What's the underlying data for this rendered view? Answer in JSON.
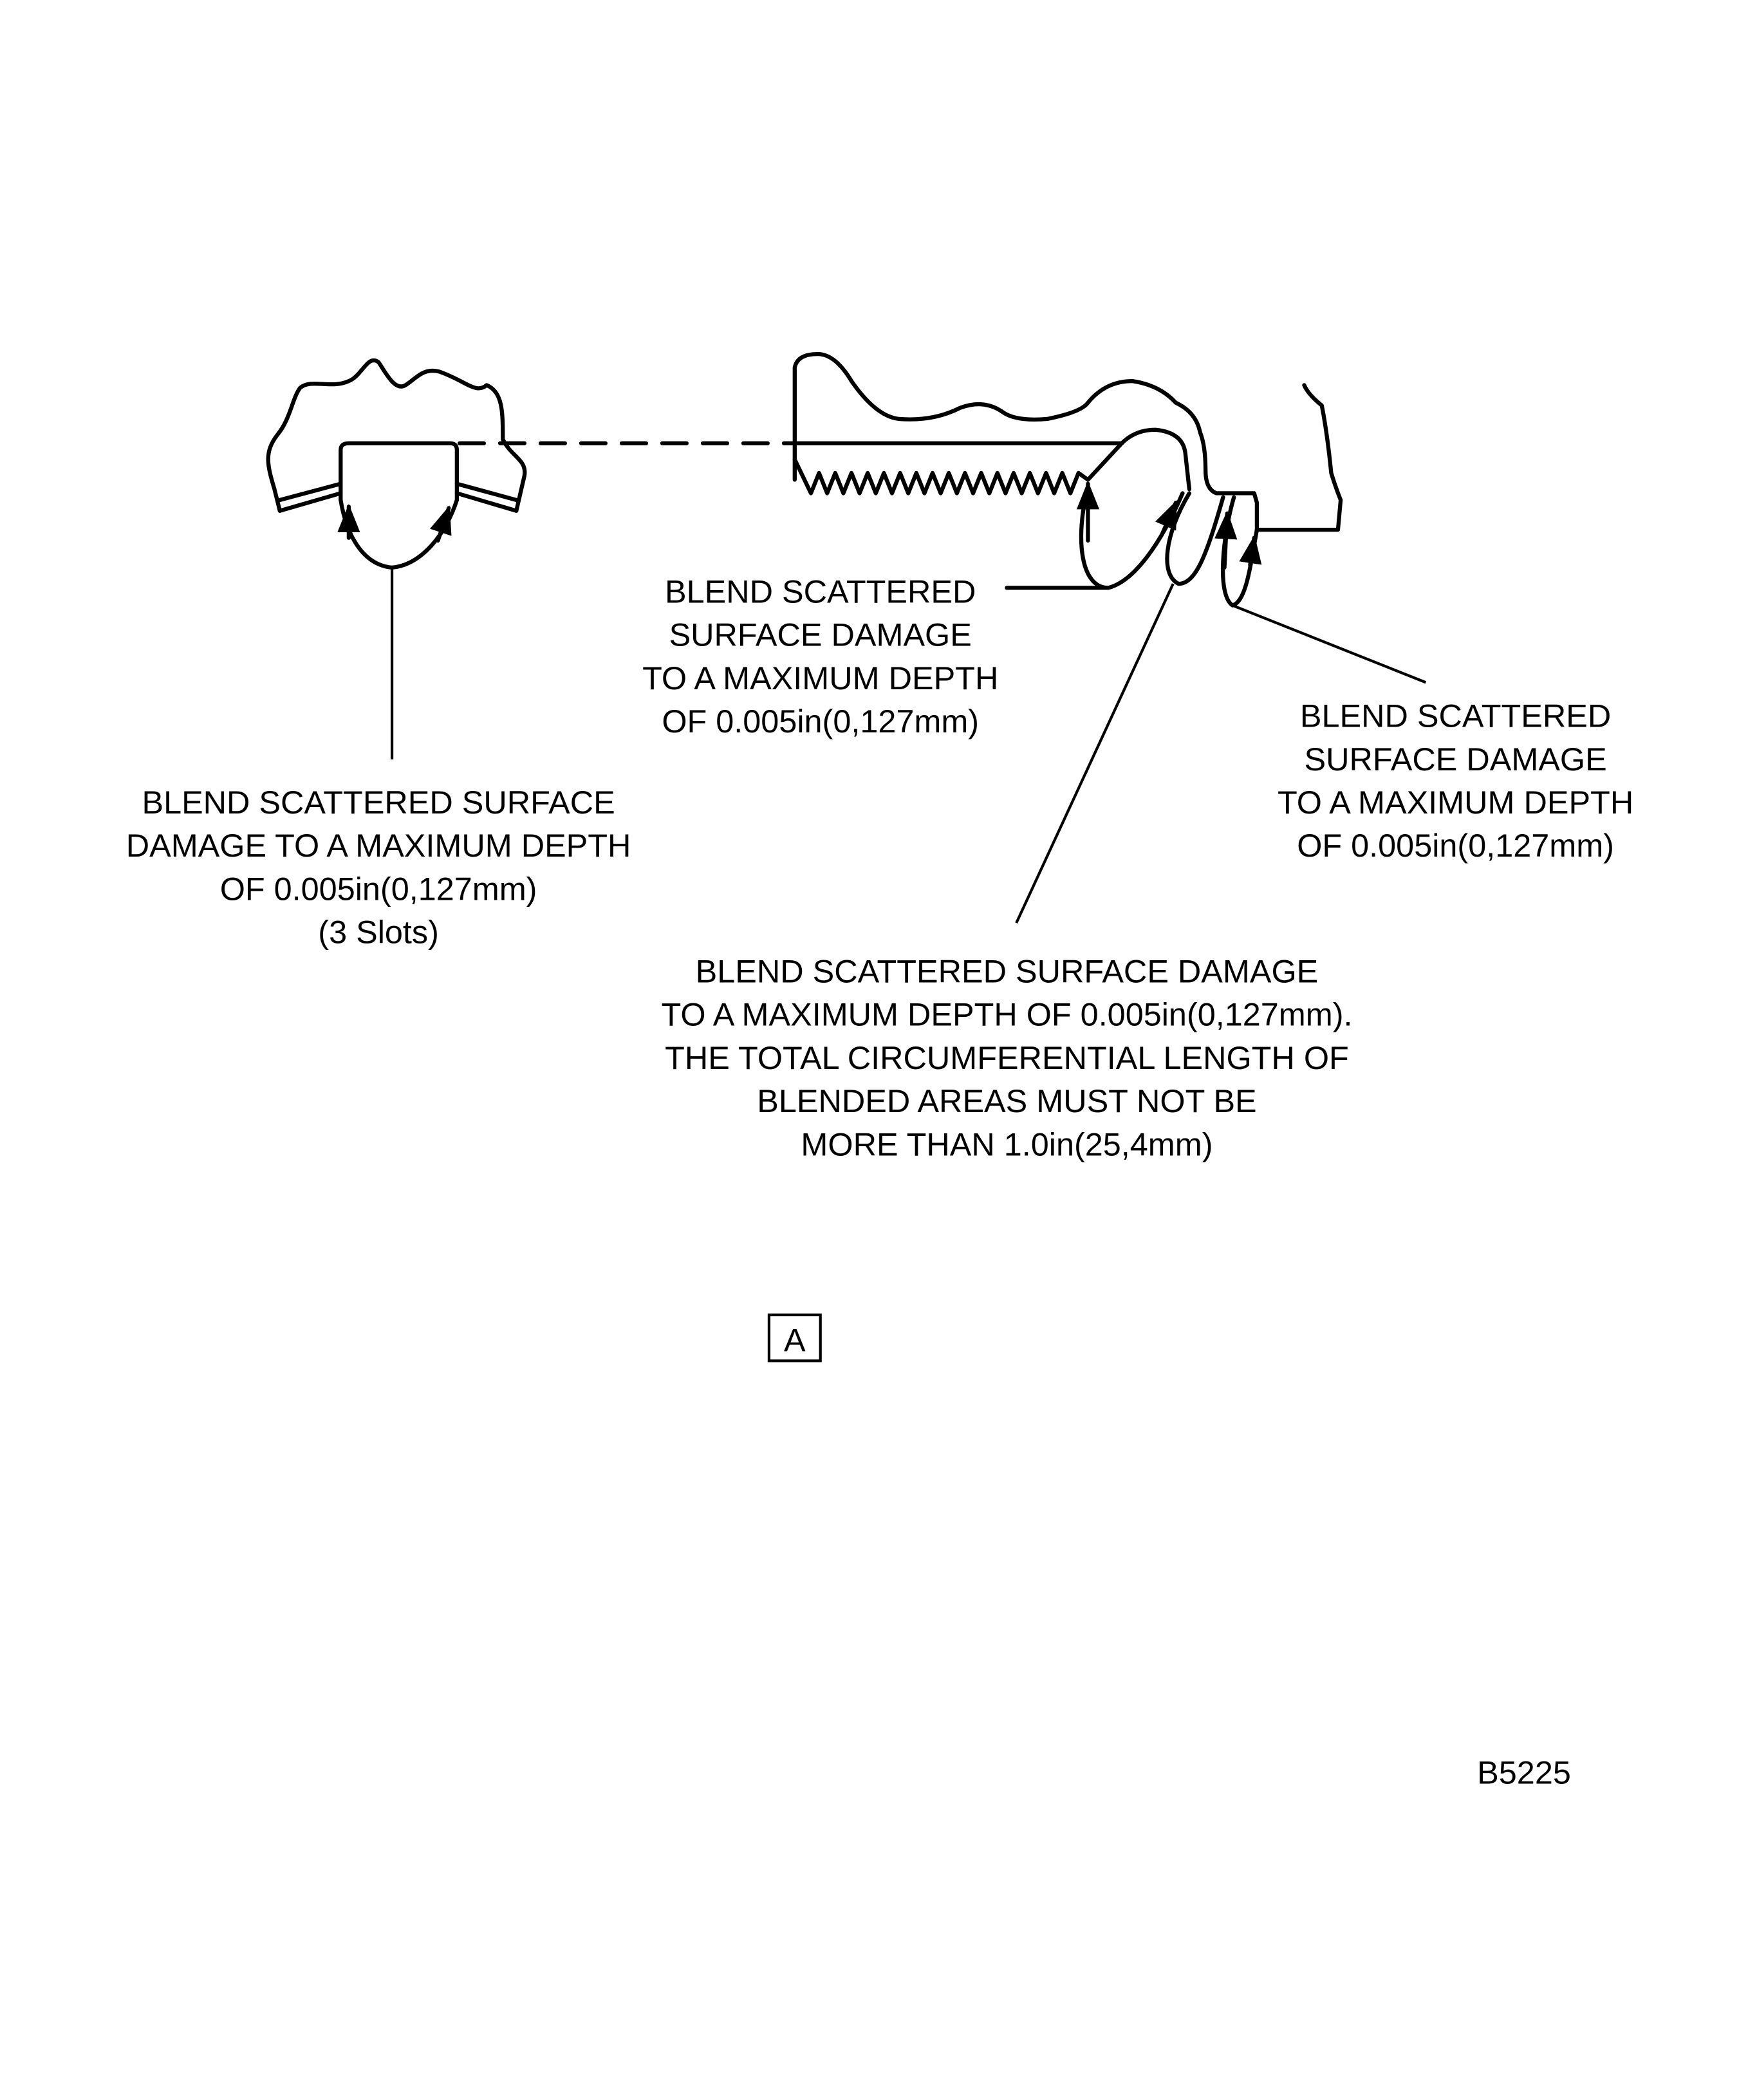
{
  "callouts": {
    "top_center": [
      "BLEND SCATTERED",
      "SURFACE DAMAGE",
      "TO A MAXIMUM DEPTH",
      "OF 0.005in(0,127mm)"
    ],
    "left": [
      "BLEND SCATTERED SURFACE",
      "DAMAGE TO A MAXIMUM DEPTH",
      "OF 0.005in(0,127mm)",
      "(3 Slots)"
    ],
    "right": [
      "BLEND SCATTERED",
      "SURFACE DAMAGE",
      "TO A MAXIMUM DEPTH",
      "OF 0.005in(0,127mm)"
    ],
    "bottom": [
      "BLEND SCATTERED SURFACE DAMAGE",
      "TO A MAXIMUM DEPTH OF 0.005in(0,127mm).",
      "THE TOTAL CIRCUMFERENTIAL LENGTH OF",
      "BLENDED AREAS MUST NOT BE",
      "MORE THAN 1.0in(25,4mm)"
    ]
  },
  "view_label": "A",
  "figure_id": "B5225"
}
